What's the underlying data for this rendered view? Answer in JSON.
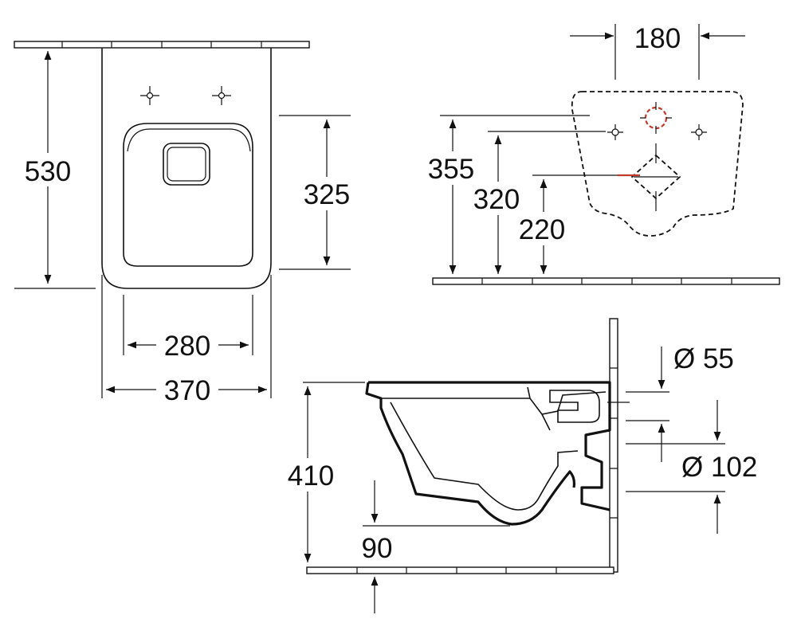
{
  "top_view": {
    "length": "530",
    "seat_opening_length": "325",
    "seat_width": "280",
    "total_width": "370"
  },
  "rear_view": {
    "fixing_spacing": "180",
    "height_top": "355",
    "height_fixing": "320",
    "height_drain": "220"
  },
  "side_view": {
    "height": "410",
    "drain_height": "90",
    "inlet_diameter": "Ø 55",
    "outlet_diameter": "Ø 102"
  }
}
